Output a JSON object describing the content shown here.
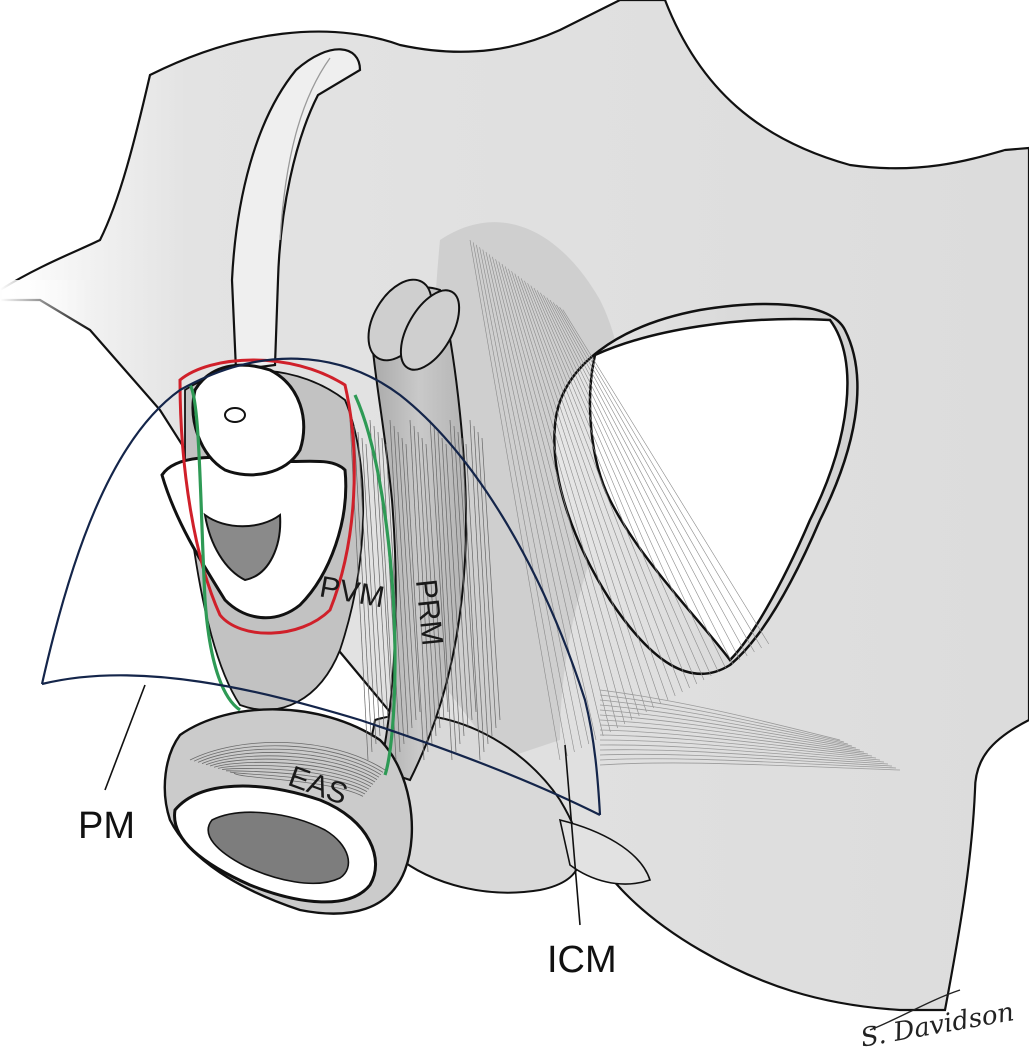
{
  "labels": {
    "pm": "PM",
    "icm": "ICM",
    "eas": "EAS",
    "pvm": "PVM",
    "prm": "PRM"
  },
  "signature": "S. Davidson",
  "colors": {
    "outline_red": "#d0202a",
    "outline_green": "#2e9a55",
    "outline_navy": "#14254a",
    "tissue_gray": "#d6d6d6",
    "muscle_gray": "#bdbdbd"
  }
}
